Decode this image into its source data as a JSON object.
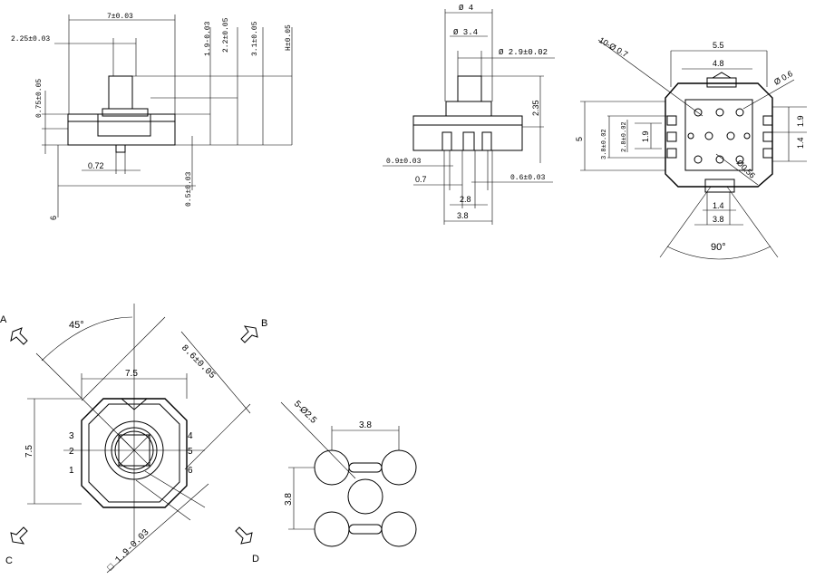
{
  "side_view": {
    "dim_width": "7±0.03",
    "dim_shaft_offset": "2.25±0.03",
    "dim_1_9": "1.9-0.03",
    "dim_2_2": "2.2±0.05",
    "dim_3_1": "3.1±0.05",
    "dim_H": "H±0.05",
    "dim_0_75": "0.75±0.05",
    "dim_0_72": "0.72",
    "dim_0_5": "0.5±0.03",
    "dim_6": "6"
  },
  "front_view": {
    "dim_phi4": "Ø 4",
    "dim_phi3_4": "Ø 3.4",
    "dim_phi2_9": "Ø 2.9±0.02",
    "dim_2_35": "2.35",
    "dim_0_9": "0.9±0.03",
    "dim_0_7": "0.7",
    "dim_0_6": "0.6±0.03",
    "dim_2_8": "2.8",
    "dim_3_8": "3.8"
  },
  "pcb_footprint": {
    "dim_holes": "10-Ø 0.7",
    "dim_5_5": "5.5",
    "dim_4_8": "4.8",
    "dim_phi0_6": "Ø 0.6",
    "dim_5": "5",
    "dim_3_8": "3.8±0.02",
    "dim_2_8": "2.8±0.02",
    "dim_1_9_left": "1.9",
    "dim_1_9_right": "1.9",
    "dim_1_4_right": "1.4",
    "dim_phi0_56": "Ø0.56",
    "dim_1_4_bottom": "1.4",
    "dim_3_8_bottom": "3.8",
    "angle": "90°"
  },
  "top_view": {
    "angle": "45°",
    "dir_a": "A",
    "dir_b": "B",
    "dir_c": "C",
    "dir_d": "D",
    "dim_7_5_top": "7.5",
    "dim_7_5_left": "7.5",
    "dim_8_6": "8.6±0.05",
    "dim_1_9": "□ 1.9-0.03",
    "pin_1": "1",
    "pin_2": "2",
    "pin_3": "3",
    "pin_4": "4",
    "pin_5": "5",
    "pin_6": "6"
  },
  "hole_pattern": {
    "dim_holes": "5-Ø2.5",
    "dim_3_8_top": "3.8",
    "dim_3_8_left": "3.8"
  }
}
